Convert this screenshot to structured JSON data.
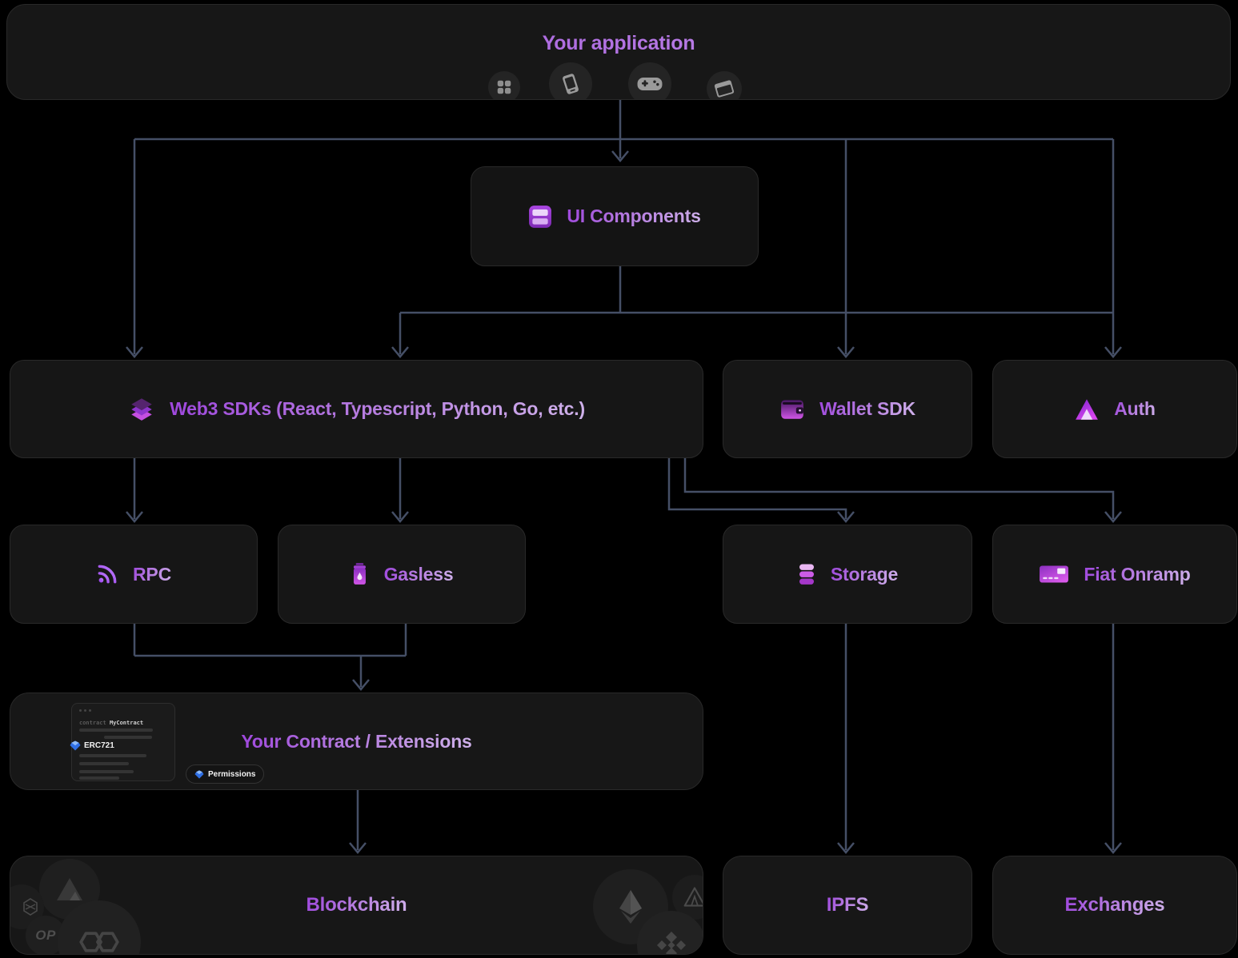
{
  "app_header": {
    "title": "Your application",
    "platform_icons": [
      "apps-grid-icon",
      "smartphone-icon",
      "gamepad-icon",
      "browser-window-icon"
    ]
  },
  "nodes": {
    "ui_components": "UI Components",
    "web3_sdks": "Web3 SDKs (React, Typescript, Python, Go, etc.)",
    "wallet_sdk": "Wallet SDK",
    "auth": "Auth",
    "rpc": "RPC",
    "gasless": "Gasless",
    "storage": "Storage",
    "fiat_onramp": "Fiat Onramp",
    "your_contract": "Your Contract / Extensions",
    "blockchain": "Blockchain",
    "ipfs": "IPFS",
    "exchanges": "Exchanges"
  },
  "contract_preview": {
    "keyword": "contract",
    "contract_name": "MyContract",
    "erc_badge": "ERC721",
    "permissions_badge": "Permissions"
  },
  "blockchain_icons": {
    "optimism_label": "OP",
    "chains": [
      "avalanche",
      "fantom",
      "optimism",
      "polygon",
      "ethereum",
      "arbitrum",
      "bnb"
    ]
  },
  "colors": {
    "background": "#000000",
    "box_bg": "#161616",
    "box_border": "#292929",
    "connector": "#454f66",
    "accent_purple": "#a855f7",
    "label_gradient_start": "#9e46dd",
    "label_gradient_end": "#cfb2ea",
    "badge_blue": "#3b82f6"
  }
}
